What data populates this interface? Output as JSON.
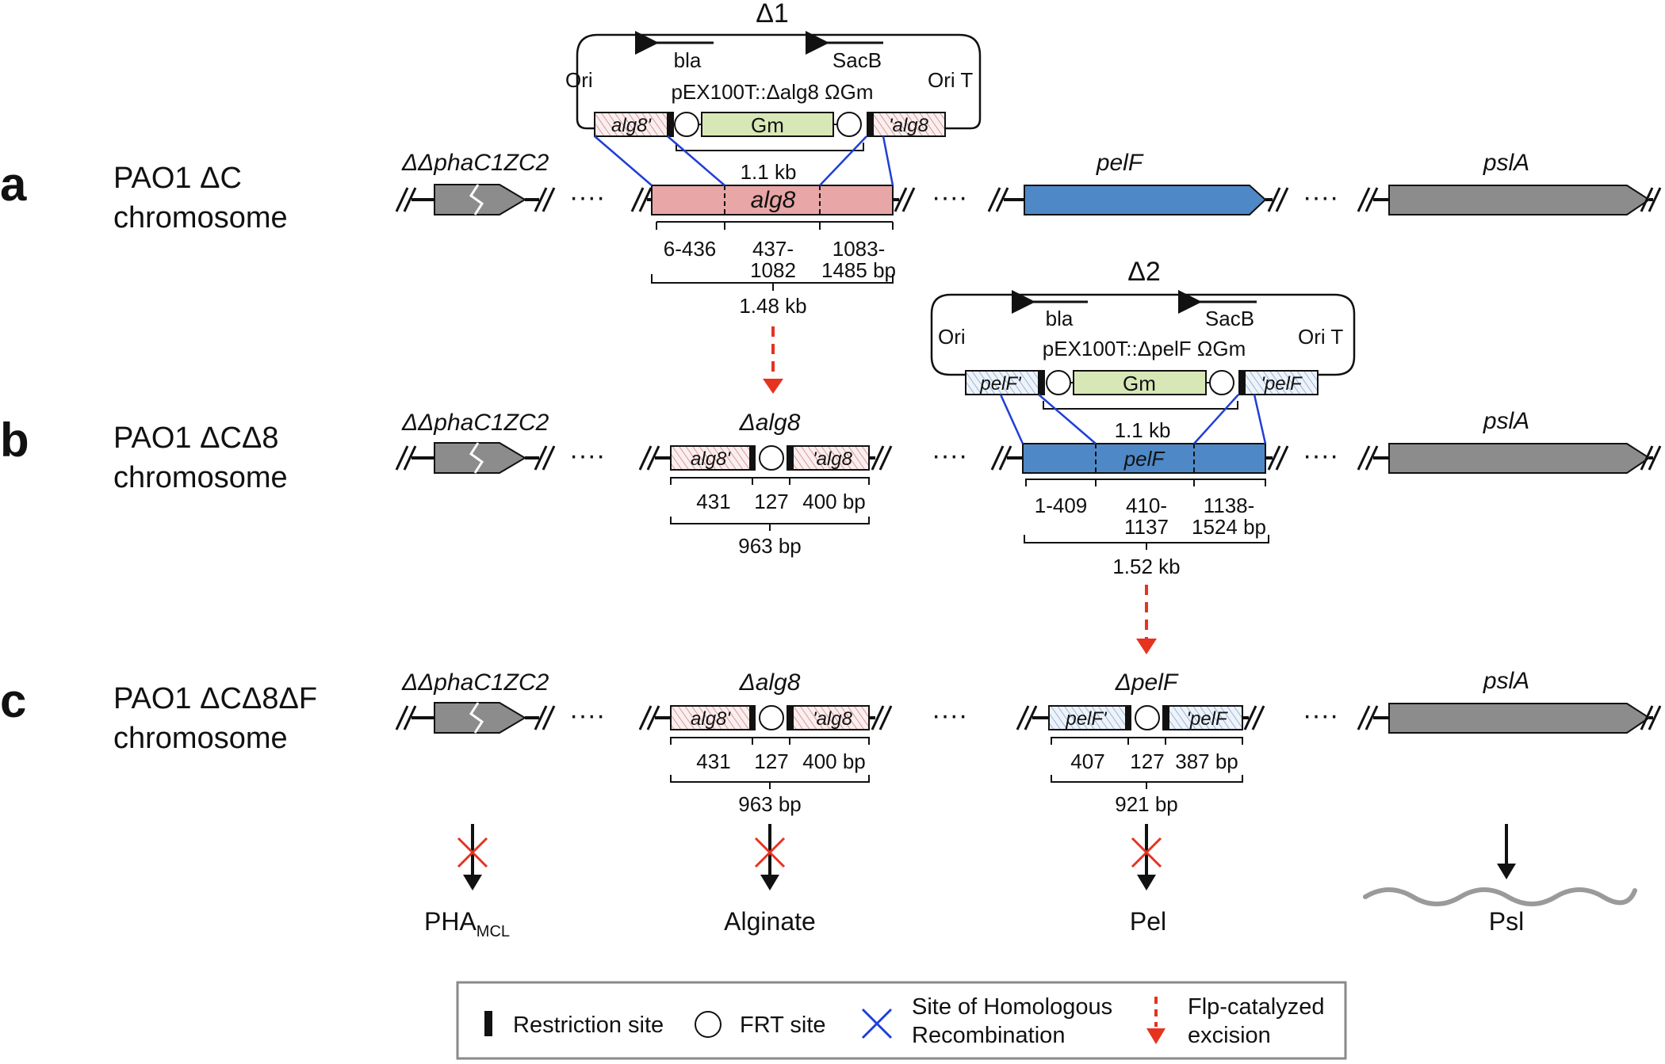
{
  "colors": {
    "alg8": "#e8a6a6",
    "pelF": "#4f88c6",
    "gm": "#d8e7b6",
    "grey_gene": "#8c8c8c",
    "recombination": "#1f3fd6",
    "excision": "#e6331f"
  },
  "panels": {
    "a": {
      "letter": "a",
      "strain_line1": "PAO1 ΔC",
      "strain_line2": "chromosome",
      "pha_label": "ΔphaC1ZC2",
      "alg8_label": "alg8",
      "pelF_label": "pelF",
      "pslA_label": "pslA",
      "seg1": "6-436",
      "seg2a": "437-",
      "seg2b": "1082",
      "seg3a": "1083-",
      "seg3b": "1485 bp",
      "total": "1.48 kb"
    },
    "b": {
      "letter": "b",
      "strain_line1": "PAO1 ΔCΔ8",
      "strain_line2": "chromosome",
      "pha_label": "ΔphaC1ZC2",
      "alg8_label": "Δalg8",
      "alg8_left": "alg8'",
      "alg8_right": "'alg8",
      "alg8_s1": "431",
      "alg8_s2": "127",
      "alg8_s3": "400 bp",
      "alg8_total": "963 bp",
      "pelF_label": "pelF",
      "pelF_s1": "1-409",
      "pelF_s2a": "410-",
      "pelF_s2b": "1137",
      "pelF_s3a": "1138-",
      "pelF_s3b": "1524 bp",
      "pelF_total": "1.52 kb",
      "pslA_label": "pslA"
    },
    "c": {
      "letter": "c",
      "strain_line1": "PAO1 ΔCΔ8ΔF",
      "strain_line2": "chromosome",
      "pha_label": "ΔphaC1ZC2",
      "alg8_label": "Δalg8",
      "alg8_left": "alg8'",
      "alg8_right": "'alg8",
      "alg8_s1": "431",
      "alg8_s2": "127",
      "alg8_s3": "400 bp",
      "alg8_total": "963 bp",
      "pelF_label": "ΔpelF",
      "pelF_left": "pelF'",
      "pelF_right": "'pelF",
      "pelF_s1": "407",
      "pelF_s2": "127",
      "pelF_s3": "387 bp",
      "pelF_total": "921 bp",
      "pslA_label": "pslA"
    }
  },
  "plasmids": {
    "d1": {
      "title": "Δ1",
      "bla": "bla",
      "sacb": "SacB",
      "ori": "Ori",
      "orit": "Ori T",
      "name": "pEX100T::Δalg8 ΩGm",
      "left_arm": "alg8'",
      "gm": "Gm",
      "right_arm": "'alg8",
      "size": "1.1 kb"
    },
    "d2": {
      "title": "Δ2",
      "bla": "bla",
      "sacb": "SacB",
      "ori": "Ori",
      "orit": "Ori T",
      "name": "pEX100T::ΔpelF ΩGm",
      "left_arm": "pelF'",
      "gm": "Gm",
      "right_arm": "'pelF",
      "size": "1.1 kb"
    }
  },
  "products": {
    "pha_main": "PHA",
    "pha_sub": "MCL",
    "alginate": "Alginate",
    "pel": "Pel",
    "psl": "Psl"
  },
  "legend": {
    "restriction": "Restriction site",
    "frt": "FRT site",
    "homologous_1": "Site of Homologous",
    "homologous_2": "Recombination",
    "flp_1": "Flp-catalyzed",
    "flp_2": "excision"
  },
  "dots": "····"
}
